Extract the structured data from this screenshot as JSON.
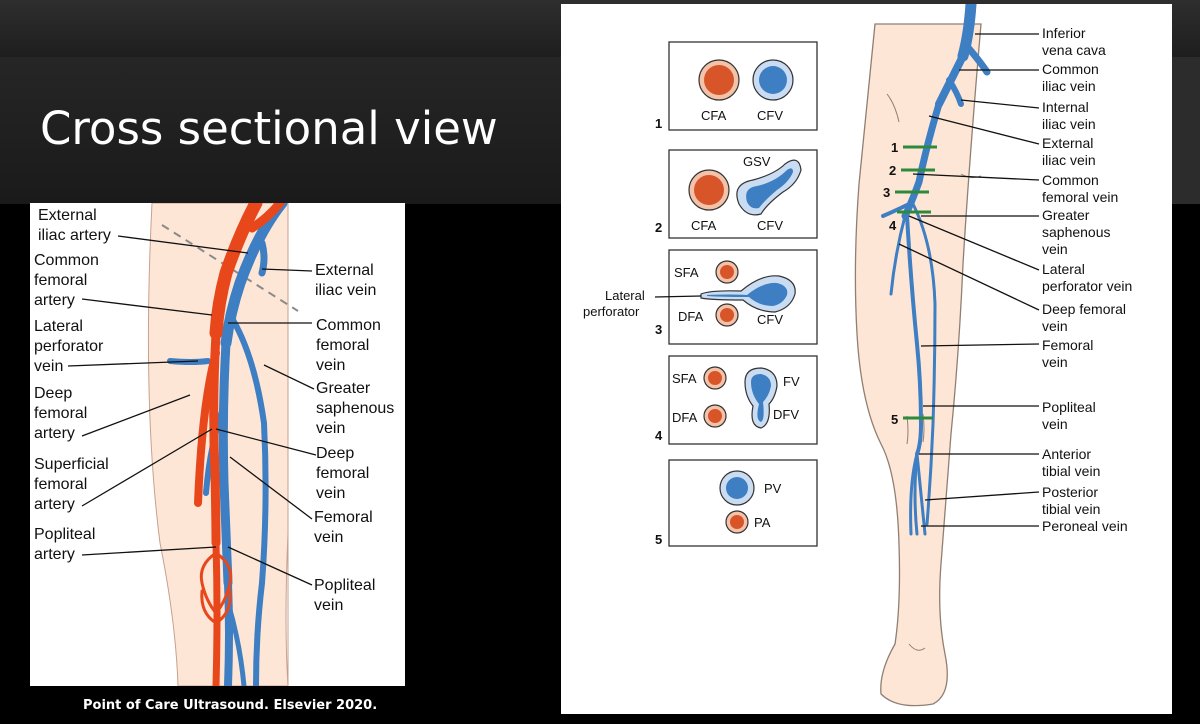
{
  "slide": {
    "title": "Cross sectional view",
    "citation": "Point of Care Ultrasound. Elsevier 2020."
  },
  "colors": {
    "artery": "#e8471c",
    "vein": "#3e7ec2",
    "skin": "#fde6d6",
    "cross_section_marker": "#2d8a3c"
  },
  "left_figure": {
    "labels": {
      "external_iliac_artery": [
        "External",
        "iliac artery"
      ],
      "common_femoral_artery": [
        "Common",
        "femoral",
        "artery"
      ],
      "lateral_perforator_vein": [
        "Lateral",
        "perforator",
        "vein"
      ],
      "deep_femoral_artery": [
        "Deep",
        "femoral",
        "artery"
      ],
      "superficial_femoral_artery": [
        "Superficial",
        "femoral",
        "artery"
      ],
      "popliteal_artery": [
        "Popliteal",
        "artery"
      ],
      "external_iliac_vein": [
        "External",
        "iliac vein"
      ],
      "common_femoral_vein": [
        "Common",
        "femoral",
        "vein"
      ],
      "greater_saphenous_vein": [
        "Greater",
        "saphenous",
        "vein"
      ],
      "deep_femoral_vein": [
        "Deep",
        "femoral",
        "vein"
      ],
      "femoral_vein": [
        "Femoral",
        "vein"
      ],
      "popliteal_vein": [
        "Popliteal",
        "vein"
      ]
    }
  },
  "cross_sections": [
    {
      "number": "1",
      "labels": [
        "CFA",
        "CFV"
      ]
    },
    {
      "number": "2",
      "labels": [
        "GSV",
        "CFA",
        "CFV"
      ]
    },
    {
      "number": "3",
      "labels": [
        "SFA",
        "DFA",
        "CFV"
      ],
      "side_label": [
        "Lateral",
        "perforator"
      ]
    },
    {
      "number": "4",
      "labels": [
        "SFA",
        "FV",
        "DFA",
        "DFV"
      ]
    },
    {
      "number": "5",
      "labels": [
        "PV",
        "PA"
      ]
    }
  ],
  "leg_markers": [
    "1",
    "2",
    "3",
    "4",
    "5"
  ],
  "right_labels": {
    "inferior_vena_cava": [
      "Inferior",
      "vena cava"
    ],
    "common_iliac_vein": [
      "Common",
      "iliac vein"
    ],
    "internal_iliac_vein": [
      "Internal",
      "iliac vein"
    ],
    "external_iliac_vein": [
      "External",
      "iliac vein"
    ],
    "common_femoral_vein": [
      "Common",
      "femoral vein"
    ],
    "greater_saphenous_vein": [
      "Greater",
      "saphenous",
      "vein"
    ],
    "lateral_perforator_vein": [
      "Lateral",
      "perforator vein"
    ],
    "deep_femoral_vein": [
      "Deep femoral",
      "vein"
    ],
    "femoral_vein": [
      "Femoral",
      "vein"
    ],
    "popliteal_vein": [
      "Popliteal",
      "vein"
    ],
    "anterior_tibial_vein": [
      "Anterior",
      "tibial vein"
    ],
    "posterior_tibial_vein": [
      "Posterior",
      "tibial vein"
    ],
    "peroneal_vein": [
      "Peroneal vein"
    ]
  }
}
